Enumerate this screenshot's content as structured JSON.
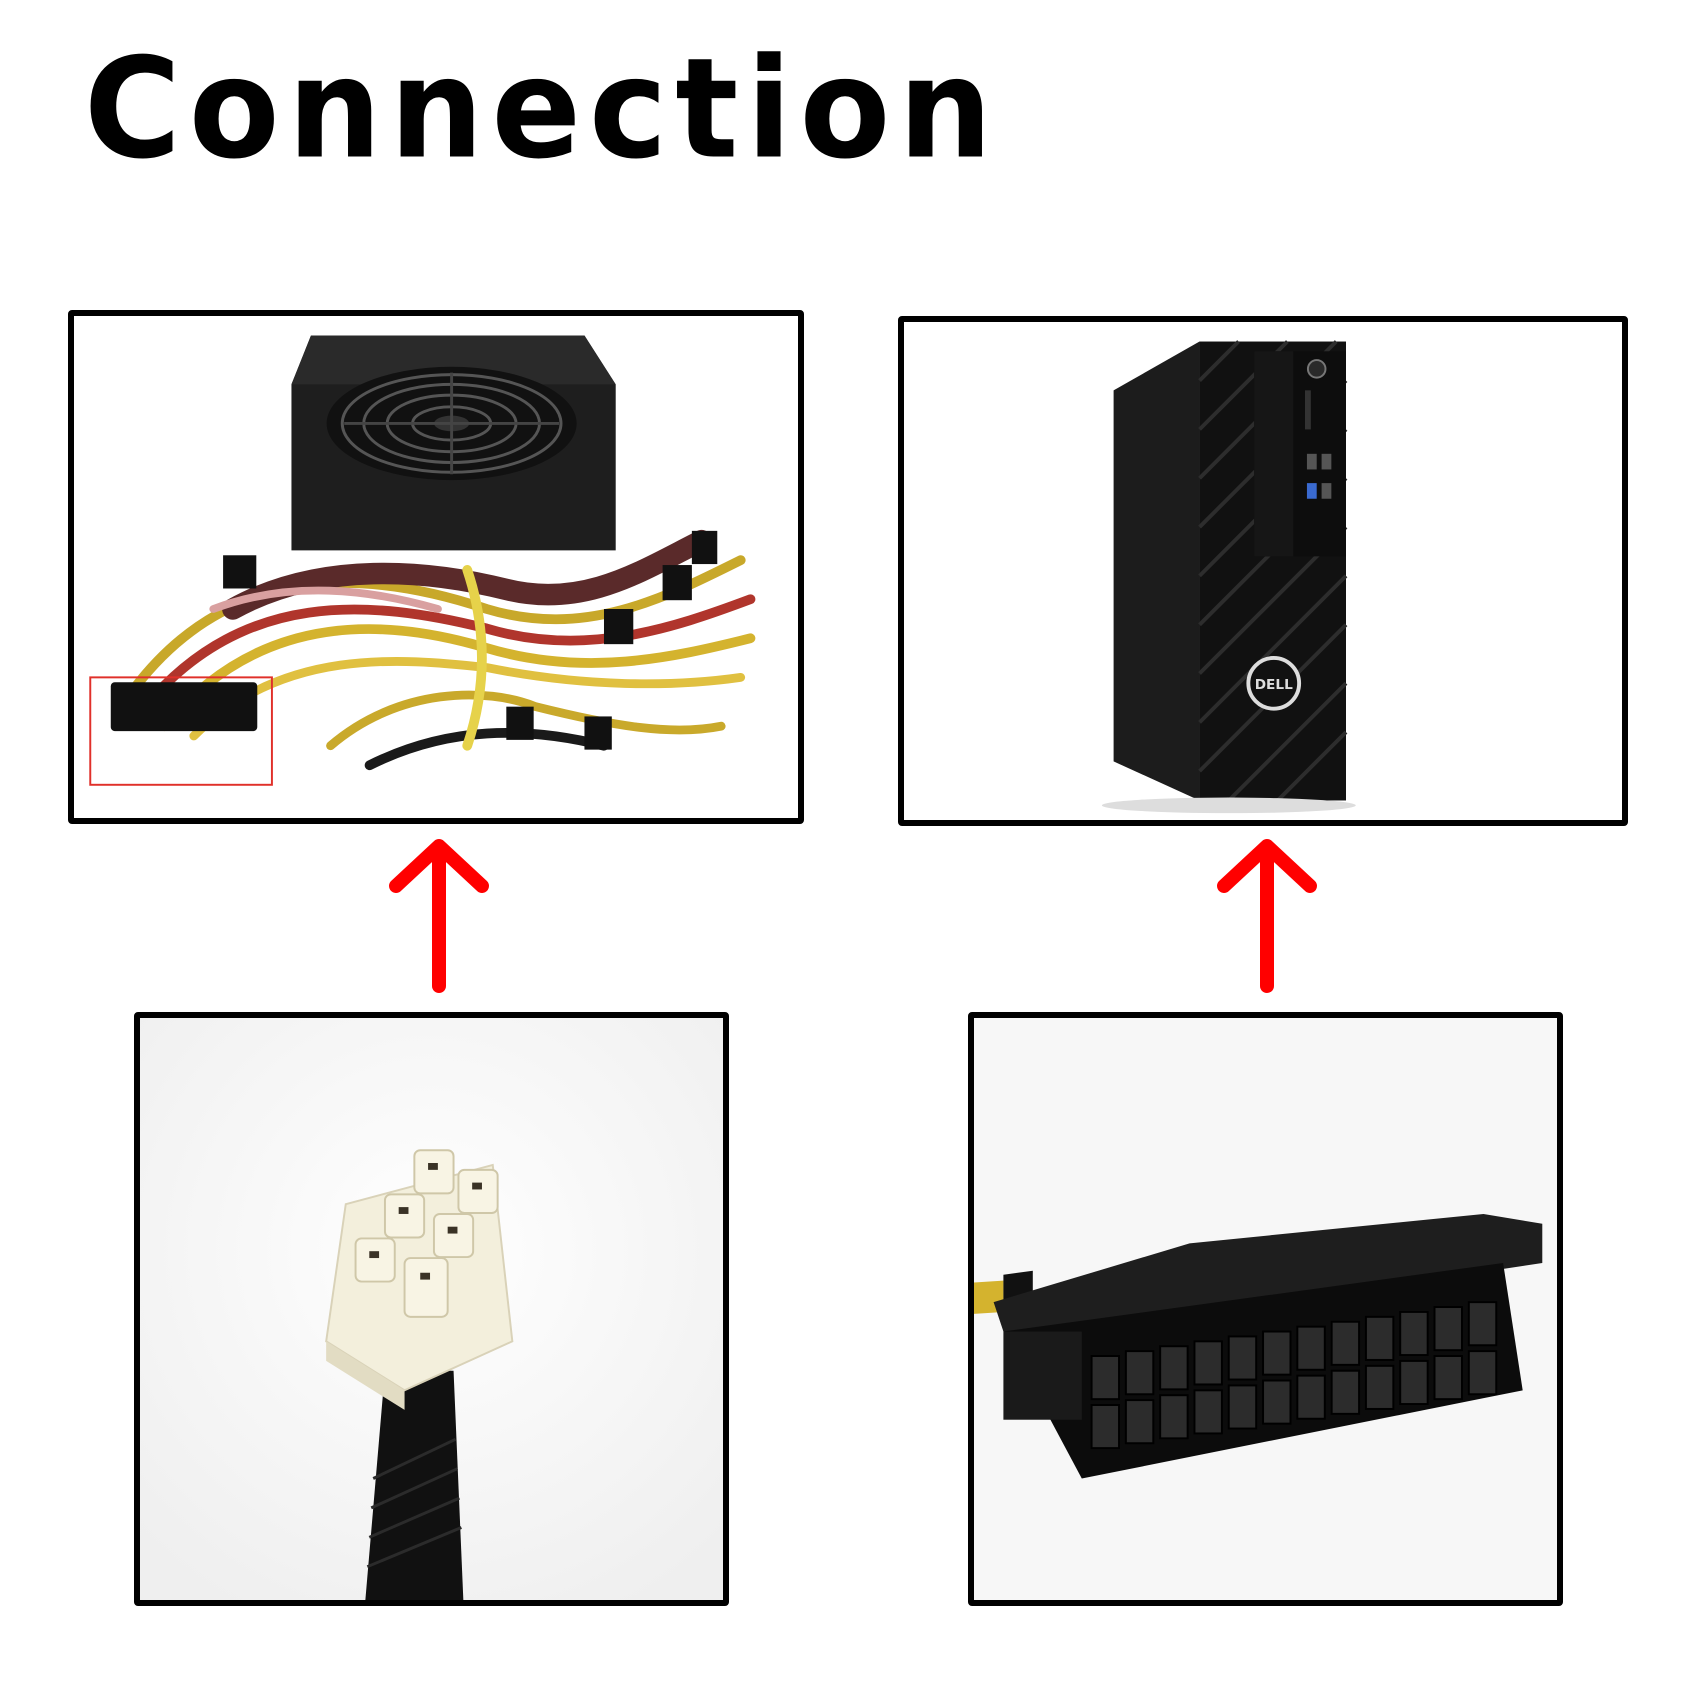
{
  "title": "Connection",
  "colors": {
    "arrow": "#ff0000",
    "highlight_box": "#e0302a",
    "frame": "#000000"
  },
  "panels": [
    {
      "name": "psu-image",
      "icon": "power-supply-with-cables"
    },
    {
      "name": "desktop-pc-image",
      "icon": "dell-tower-pc",
      "logo_text": "DELL"
    },
    {
      "name": "6pin-connector-image",
      "icon": "white-6-pin-connector"
    },
    {
      "name": "24pin-connector-image",
      "icon": "black-24-pin-connector"
    }
  ],
  "arrows": [
    {
      "name": "arrow-up-left",
      "direction": "up"
    },
    {
      "name": "arrow-up-right",
      "direction": "up"
    }
  ]
}
